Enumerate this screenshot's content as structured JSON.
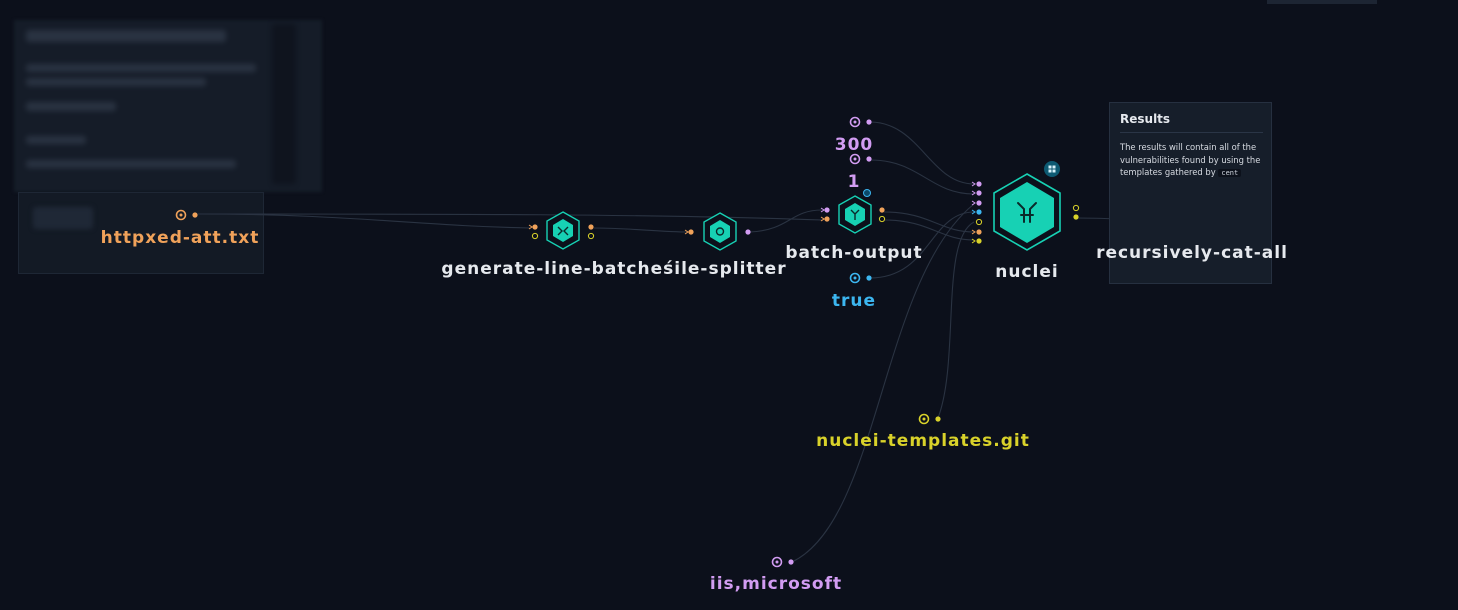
{
  "nodes": {
    "httpx_file": "httpxed-att.txt",
    "generate_line_batches": "generate-line-batcheśile-splitter",
    "batch_output": "batch-output",
    "nuclei": "nuclei",
    "recursively_cat_all": "recursively-cat-all",
    "param_300": "300",
    "param_1": "1",
    "param_true": "true",
    "nuclei_templates": "nuclei-templates.git",
    "iis_microsoft": "iis,microsoft"
  },
  "results_card": {
    "title": "Results",
    "description": "The results will contain all of the vulnerabilities found by using the templates gathered by",
    "code": "cent"
  },
  "colors": {
    "background": "#0c101b",
    "node_fill": "#17d1b4",
    "orange": "#f0a25a",
    "purple": "#d29cf2",
    "blue": "#3cb6f0",
    "yellow": "#d9d22a"
  }
}
